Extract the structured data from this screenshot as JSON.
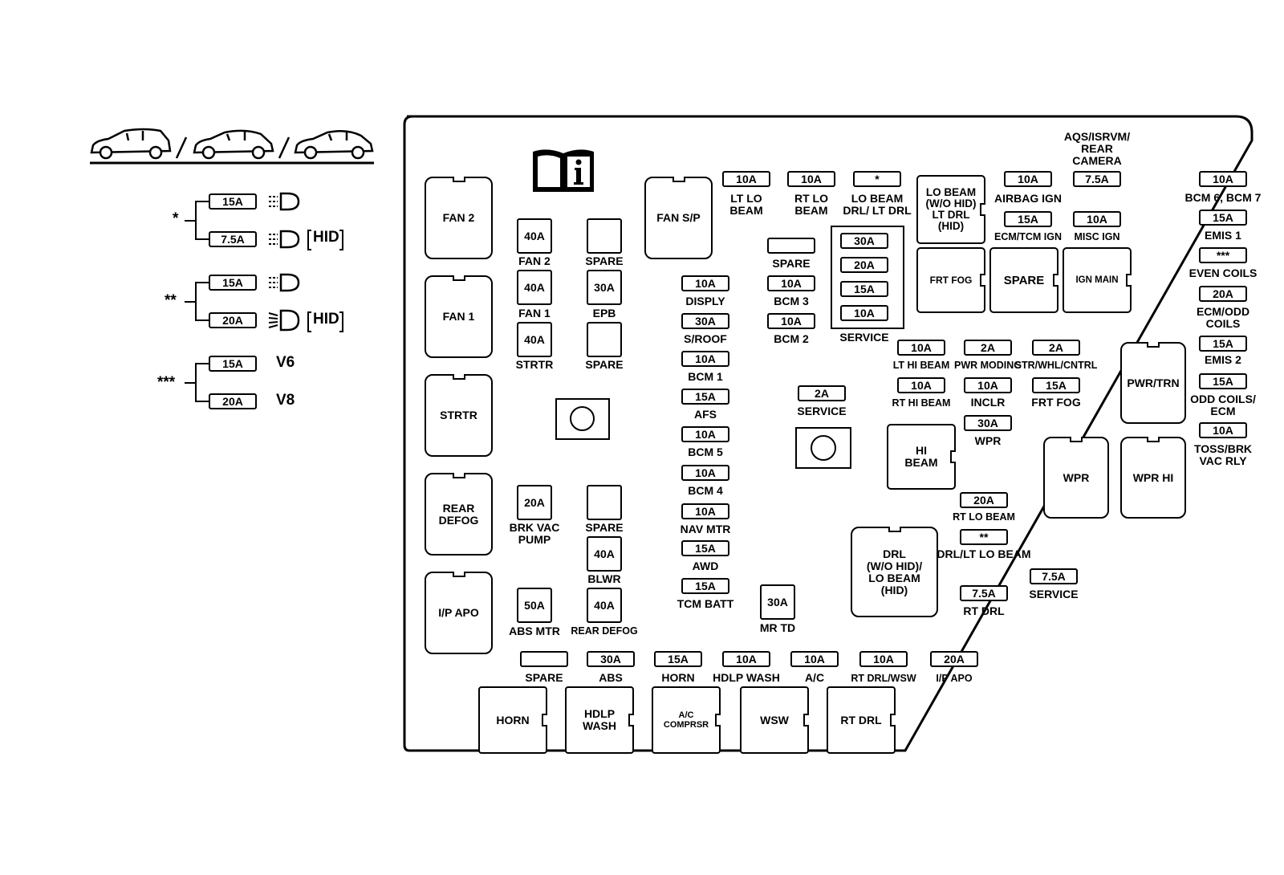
{
  "legend": {
    "groups": [
      {
        "marker": "*",
        "rows": [
          {
            "fuse": "15A",
            "suffix": ""
          },
          {
            "fuse": "7.5A",
            "suffix": "HID"
          }
        ]
      },
      {
        "marker": "**",
        "rows": [
          {
            "fuse": "15A",
            "suffix": ""
          },
          {
            "fuse": "20A",
            "suffix": "HID"
          }
        ]
      },
      {
        "marker": "***",
        "rows": [
          {
            "fuse": "15A",
            "suffix": "V6"
          },
          {
            "fuse": "20A",
            "suffix": "V8"
          }
        ]
      }
    ]
  },
  "large_relays_left": [
    "FAN 2",
    "FAN 1",
    "STRTR",
    "REAR\nDEFOG",
    "I/P APO"
  ],
  "fan_sp": "FAN S/P",
  "jcase": [
    {
      "value": "40A",
      "label": "FAN 2"
    },
    {
      "value": "",
      "label": "SPARE"
    },
    {
      "value": "40A",
      "label": "FAN 1"
    },
    {
      "value": "30A",
      "label": "EPB"
    },
    {
      "value": "40A",
      "label": "STRTR"
    },
    {
      "value": "",
      "label": "SPARE"
    },
    {
      "value": "20A",
      "label": "BRK VAC\nPUMP"
    },
    {
      "value": "",
      "label": "SPARE"
    },
    {
      "value": "40A",
      "label": "BLWR"
    },
    {
      "value": "50A",
      "label": "ABS MTR"
    },
    {
      "value": "40A",
      "label": "REAR DEFOG"
    }
  ],
  "center_column": [
    {
      "value": "10A",
      "label": "DISPLY"
    },
    {
      "value": "30A",
      "label": "S/ROOF"
    },
    {
      "value": "10A",
      "label": "BCM 1"
    },
    {
      "value": "15A",
      "label": "AFS"
    },
    {
      "value": "10A",
      "label": "BCM 5"
    },
    {
      "value": "10A",
      "label": "BCM 4"
    },
    {
      "value": "10A",
      "label": "NAV MTR"
    },
    {
      "value": "15A",
      "label": "AWD"
    },
    {
      "value": "15A",
      "label": "TCM BATT"
    }
  ],
  "top_row": [
    {
      "value": "10A",
      "label": "LT LO\nBEAM"
    },
    {
      "value": "10A",
      "label": "RT LO\nBEAM"
    },
    {
      "value": "*",
      "label": "LO BEAM\nDRL/ LT DRL"
    }
  ],
  "bcm_column": [
    {
      "value": "",
      "label": "SPARE"
    },
    {
      "value": "10A",
      "label": "BCM 3"
    },
    {
      "value": "10A",
      "label": "BCM 2"
    }
  ],
  "service_block": {
    "values": [
      "30A",
      "20A",
      "15A",
      "10A"
    ],
    "label": "SERVICE"
  },
  "service_2a": {
    "value": "2A",
    "label": "SERVICE"
  },
  "mr_td": {
    "value": "30A",
    "label": "MR TD"
  },
  "lo_beam_relay": "LO BEAM\n(W/O HID)\nLT DRL\n(HID)",
  "top_right": [
    {
      "value": "10A",
      "label": "AIRBAG IGN"
    },
    {
      "value": "7.5A",
      "label": "AQS/ISRVM/\nREAR\nCAMERA"
    },
    {
      "value": "15A",
      "label": "ECM/TCM IGN"
    },
    {
      "value": "10A",
      "label": "MISC IGN"
    }
  ],
  "relays_mid": [
    "FRT FOG",
    "SPARE",
    "IGN MAIN"
  ],
  "right_column": [
    {
      "value": "10A",
      "label": "BCM 6, BCM 7"
    },
    {
      "value": "15A",
      "label": "EMIS 1"
    },
    {
      "value": "***",
      "label": "EVEN COILS"
    },
    {
      "value": "20A",
      "label": "ECM/ODD\nCOILS"
    },
    {
      "value": "15A",
      "label": "EMIS 2"
    },
    {
      "value": "15A",
      "label": "ODD COILS/\nECM"
    },
    {
      "value": "10A",
      "label": "TOSS/BRK\nVAC RLY"
    }
  ],
  "mid_grid": [
    {
      "value": "10A",
      "label": "LT HI BEAM"
    },
    {
      "value": "2A",
      "label": "PWR MODING"
    },
    {
      "value": "2A",
      "label": "STR/WHL/CNTRL"
    },
    {
      "value": "10A",
      "label": "RT HI BEAM"
    },
    {
      "value": "10A",
      "label": "INCLR"
    },
    {
      "value": "15A",
      "label": "FRT FOG"
    },
    {
      "value": "30A",
      "label": "WPR"
    }
  ],
  "hi_beam": "HI\nBEAM",
  "pwr_trn": "PWR/TRN",
  "wpr": "WPR",
  "wpr_hi": "WPR HI",
  "rt_lo_beam": {
    "value": "20A",
    "label": "RT LO BEAM"
  },
  "drl_lt_lo_beam": {
    "value": "**",
    "label": "DRL/LT LO BEAM"
  },
  "drl_relay": "DRL\n(W/O HID)/\nLO BEAM\n(HID)",
  "service_75": {
    "value": "7.5A",
    "label": "SERVICE"
  },
  "rt_drl": {
    "value": "7.5A",
    "label": "RT DRL"
  },
  "bottom_row": [
    {
      "value": "",
      "label": "SPARE"
    },
    {
      "value": "30A",
      "label": "ABS"
    },
    {
      "value": "15A",
      "label": "HORN"
    },
    {
      "value": "10A",
      "label": "HDLP WASH"
    },
    {
      "value": "10A",
      "label": "A/C"
    },
    {
      "value": "10A",
      "label": "RT DRL/WSW"
    },
    {
      "value": "20A",
      "label": "I/P APO"
    }
  ],
  "bottom_relays": [
    "HORN",
    "HDLP\nWASH",
    "A/C\nCOMPRSR",
    "WSW",
    "RT DRL"
  ]
}
